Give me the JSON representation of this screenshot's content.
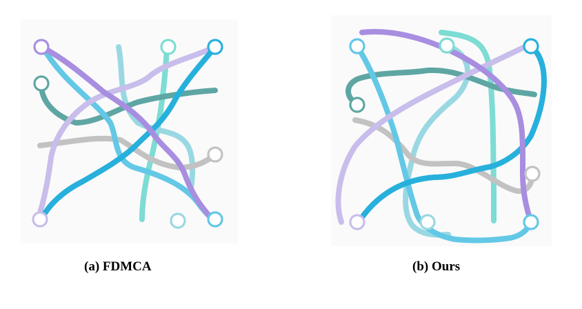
{
  "figure": {
    "panels": [
      {
        "id": "a",
        "caption": "(a) FDMCA",
        "colors": {
          "purple": "#a88ee0",
          "lavender": "#c8bdeb",
          "blue": "#27b0dc",
          "light_blue": "#63c8e6",
          "pale_blue": "#99d8e2",
          "teal": "#5ea6a3",
          "aqua": "#7ddcd4",
          "gray": "#c2c2c2"
        }
      },
      {
        "id": "b",
        "caption": "(b) Ours",
        "colors": {
          "purple": "#a88ee0",
          "lavender": "#c8bdeb",
          "blue": "#27b0dc",
          "light_blue": "#63c8e6",
          "pale_blue": "#99d8e2",
          "teal": "#5ea6a3",
          "aqua": "#7ddcd4",
          "gray": "#c2c2c2"
        }
      }
    ]
  }
}
